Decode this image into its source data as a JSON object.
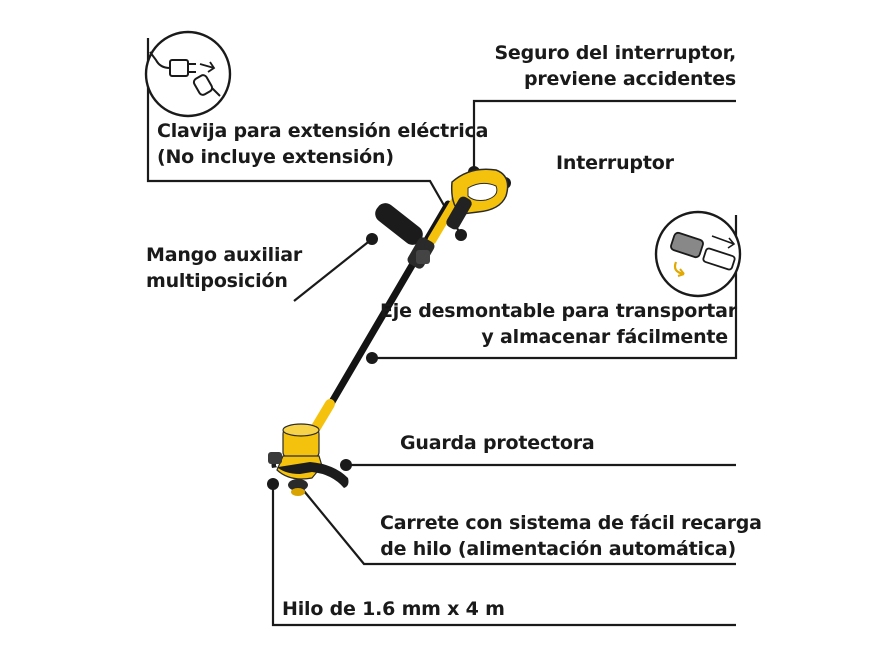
{
  "labels": {
    "safety_lock": {
      "line1": "Seguro del interruptor,",
      "line2": "previene accidentes"
    },
    "plug": {
      "line1": "Clavija para extensión eléctrica",
      "line2": "(No incluye extensión)"
    },
    "switch": {
      "line1": "Interruptor"
    },
    "aux_handle": {
      "line1": "Mango auxiliar",
      "line2": "multiposición"
    },
    "shaft": {
      "line1": "Eje desmontable para transportar",
      "line2": "y almacenar fácilmente"
    },
    "guard": {
      "line1": "Guarda protectora"
    },
    "spool": {
      "line1": "Carrete con sistema de fácil recarga",
      "line2": "de hilo (alimentación automática)"
    },
    "line": {
      "line1": "Hilo de 1.6 mm x 4 m"
    }
  },
  "colors": {
    "body_yellow": "#f4c20d",
    "leader_line": "#1a1a1a",
    "shaft": "#141414"
  }
}
